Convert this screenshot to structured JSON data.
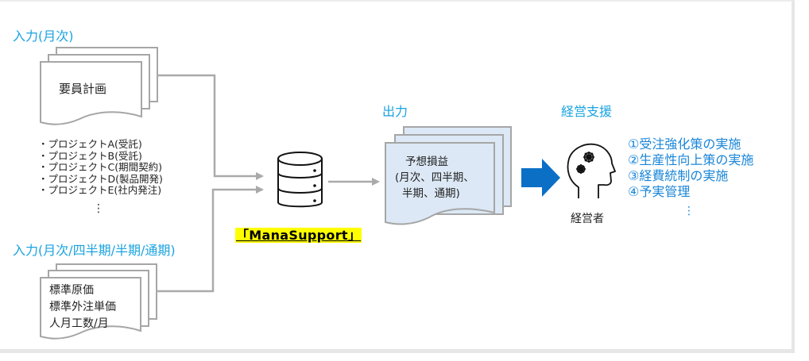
{
  "input_monthly": {
    "heading": "入力(月次)",
    "document_title": "要員計画",
    "projects": [
      "・プロジェクトA(受託)",
      "・プロジェクトB(受託)",
      "・プロジェクトC(期間契約)",
      "・プロジェクトD(製品開発)",
      "・プロジェクトE(社内発注)"
    ],
    "ellipsis": "⋮"
  },
  "input_periodic": {
    "heading": "入力(月次/四半期/半期/通期)",
    "lines": [
      "標準原価",
      "標準外注単価",
      "人月工数/月"
    ]
  },
  "system": {
    "label": "「ManaSupport」",
    "icon": "database-icon",
    "highlight_color": "#ffff00"
  },
  "output": {
    "heading": "出力",
    "document_title": "予想損益",
    "document_lines": [
      "(月次、四半期、",
      "半期、通期)"
    ],
    "fill_color": "#dce8f5"
  },
  "management_support": {
    "heading": "経営支援",
    "actor_label": "経営者",
    "actor_icon": "head-gears-icon",
    "arrow_color": "#0b6fc6",
    "items": [
      "①受注強化策の実施",
      "②生産性向上策の実施",
      "③経費統制の実施",
      "④予実管理"
    ],
    "ellipsis": "⋮"
  },
  "colors": {
    "accent_text": "#1aa3e0",
    "list_text": "#1a86d8",
    "connector": "#aaaaaa"
  }
}
